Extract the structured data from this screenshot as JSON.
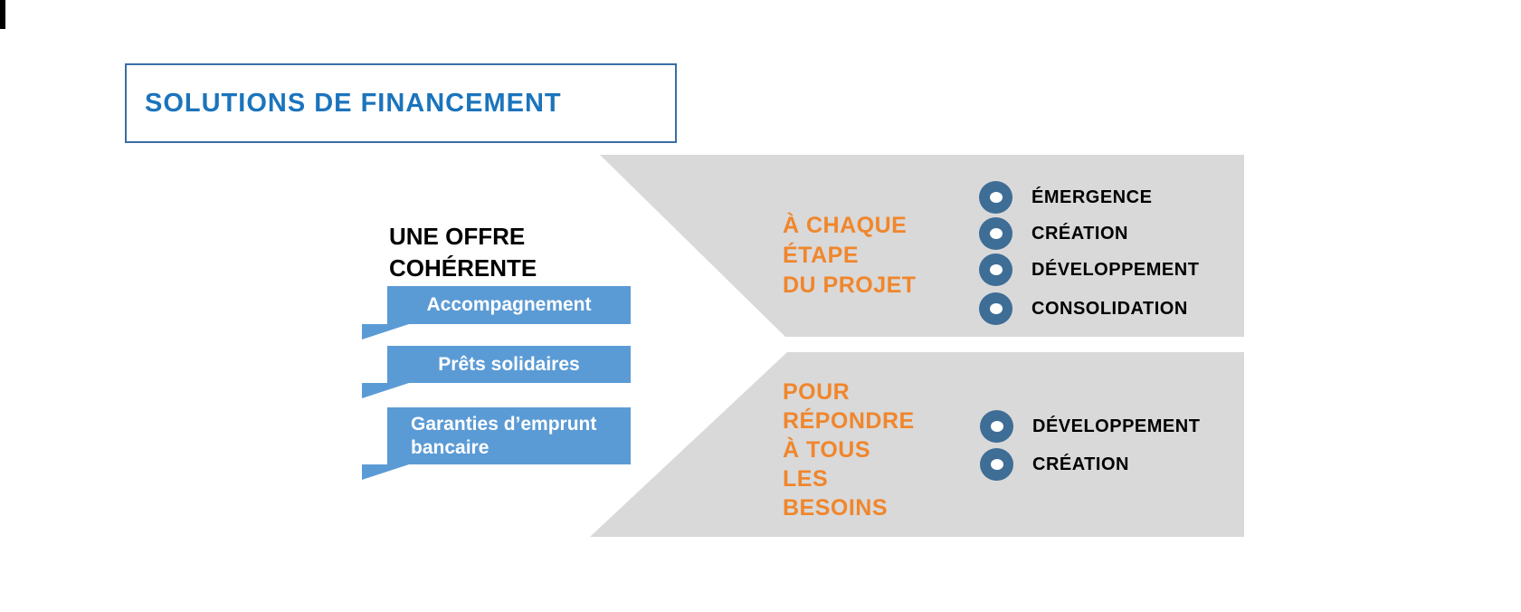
{
  "title_box": {
    "label": "SOLUTIONS DE FINANCEMENT"
  },
  "offer": {
    "heading_lines": [
      "UNE OFFRE",
      "COHÉRENTE"
    ],
    "banners": [
      {
        "label": "Accompagnement"
      },
      {
        "label": "Prêts solidaires"
      },
      {
        "lines": [
          "Garanties d’emprunt",
          "bancaire"
        ]
      }
    ]
  },
  "bands": [
    {
      "heading_lines": [
        "À CHAQUE",
        "ÉTAPE",
        "DU PROJET"
      ],
      "bullets": [
        "ÉMERGENCE",
        "CRÉATION",
        "DÉVELOPPEMENT",
        "CONSOLIDATION"
      ]
    },
    {
      "heading_lines": [
        "POUR",
        "RÉPONDRE",
        "À TOUS",
        "LES",
        "BESOINS"
      ],
      "bullets": [
        "DÉVELOPPEMENT",
        "CRÉATION"
      ]
    }
  ],
  "colors": {
    "title_text": "#1b74bc",
    "title_border": "#3a6ea5",
    "banner_blue": "#5b9bd5",
    "band_gray": "#d9d9d9",
    "heading_orange": "#f0862c",
    "donut_blue": "#3e6d96",
    "bullet_text": "#000000"
  }
}
